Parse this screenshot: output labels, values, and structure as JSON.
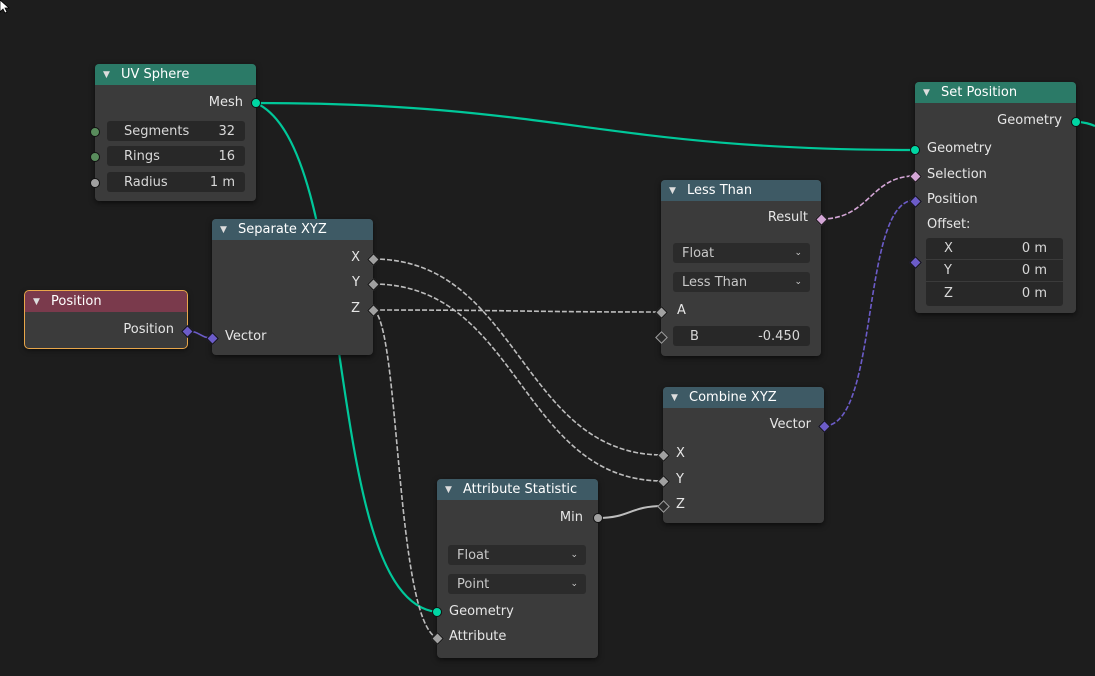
{
  "colors": {
    "background": "#1d1d1d",
    "node_body": "#3b3b3b",
    "header_geometry": "#2b7a67",
    "header_converter": "#3e5a65",
    "header_input": "#7a3a4c",
    "header_utility": "#3e5a65",
    "socket_geometry": "#00d6a3",
    "socket_vector": "#6c5cc9",
    "socket_float": "#a1a1a1",
    "socket_boolean": "#d4a6d6",
    "socket_integer": "#598c5c",
    "active_outline": "#e8a64a"
  },
  "nodes": {
    "uv_sphere": {
      "title": "UV Sphere",
      "out_mesh": "Mesh",
      "segments": {
        "label": "Segments",
        "value": "32"
      },
      "rings": {
        "label": "Rings",
        "value": "16"
      },
      "radius": {
        "label": "Radius",
        "value": "1 m"
      }
    },
    "separate_xyz": {
      "title": "Separate XYZ",
      "out_x": "X",
      "out_y": "Y",
      "out_z": "Z",
      "in_vector": "Vector"
    },
    "position": {
      "title": "Position",
      "out_position": "Position"
    },
    "less_than": {
      "title": "Less Than",
      "out_result": "Result",
      "data_type": "Float",
      "operation": "Less Than",
      "in_a": "A",
      "in_b": {
        "label": "B",
        "value": "-0.450"
      }
    },
    "combine_xyz": {
      "title": "Combine XYZ",
      "out_vector": "Vector",
      "in_x": "X",
      "in_y": "Y",
      "in_z": "Z"
    },
    "attribute_statistic": {
      "title": "Attribute Statistic",
      "out_min": "Min",
      "data_type": "Float",
      "domain": "Point",
      "in_geometry": "Geometry",
      "in_attribute": "Attribute"
    },
    "set_position": {
      "title": "Set Position",
      "out_geometry": "Geometry",
      "in_geometry": "Geometry",
      "in_selection": "Selection",
      "in_position": "Position",
      "offset_label": "Offset:",
      "offset": [
        {
          "axis": "X",
          "value": "0 m"
        },
        {
          "axis": "Y",
          "value": "0 m"
        },
        {
          "axis": "Z",
          "value": "0 m"
        }
      ]
    }
  }
}
